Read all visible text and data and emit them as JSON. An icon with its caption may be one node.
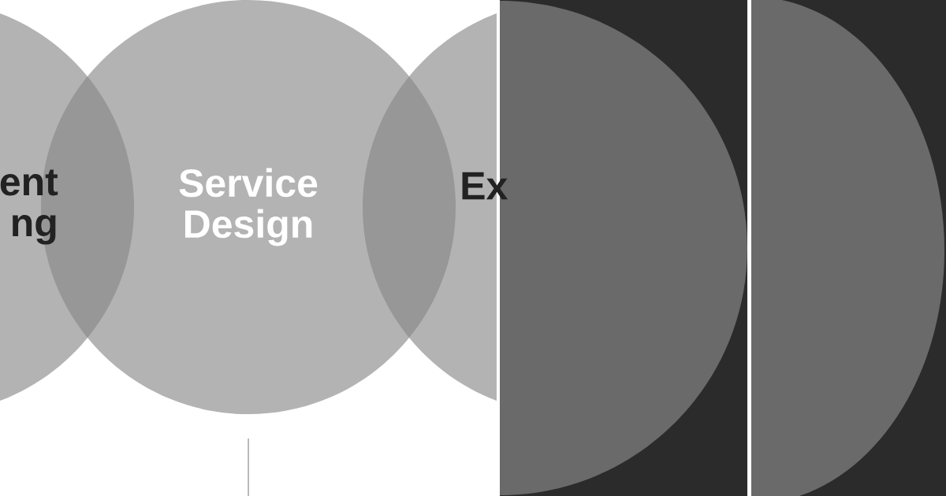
{
  "diagram": {
    "nodes": [
      {
        "text": [
          "ent ng"
        ]
      },
      {
        "text": [
          "Service Design"
        ]
      },
      {
        "text": [
          "Ex"
        ]
      }
    ]
  }
}
